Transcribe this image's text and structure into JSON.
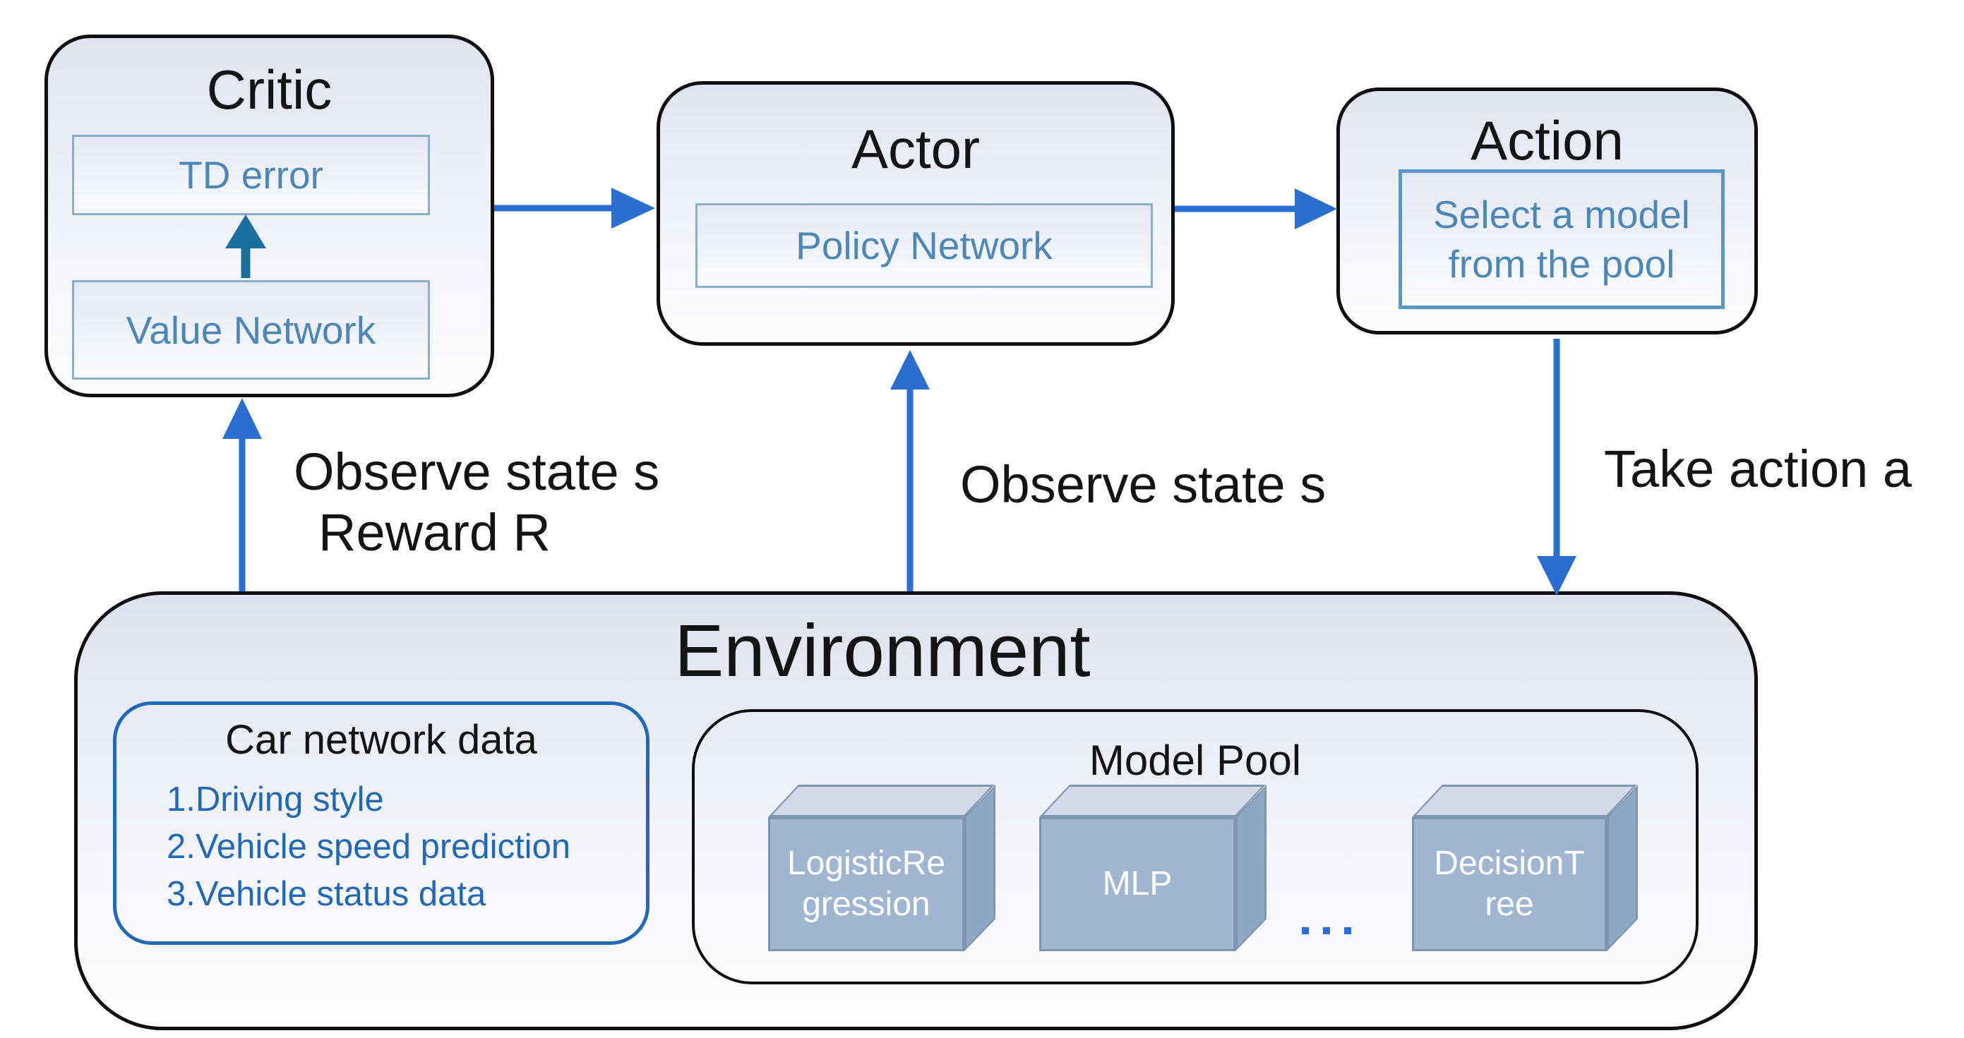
{
  "critic": {
    "title": "Critic",
    "td_error": "TD error",
    "value_network": "Value Network"
  },
  "actor": {
    "title": "Actor",
    "policy_network": "Policy Network"
  },
  "action": {
    "title": "Action",
    "select_model": {
      "line1": "Select a model",
      "line2": "from the pool"
    }
  },
  "environment": {
    "title": "Environment",
    "car_network_data": {
      "title": "Car network data",
      "items": [
        "1.Driving style",
        "2.Vehicle speed prediction",
        "3.Vehicle status data"
      ]
    },
    "model_pool": {
      "title": "Model Pool",
      "models": [
        {
          "name": "LogisticRegression",
          "lines": [
            "LogisticRe",
            "gression"
          ]
        },
        {
          "name": "MLP",
          "lines": [
            "MLP"
          ]
        },
        {
          "name": "DecisionTree",
          "lines": [
            "DecisionT",
            "ree"
          ]
        }
      ]
    }
  },
  "labels": {
    "observe_state_reward": {
      "line1": "Observe state s",
      "line2": "Reward R"
    },
    "observe_state": "Observe state s",
    "take_action": "Take action a"
  },
  "arrows": [
    {
      "from": "Critic",
      "to": "Actor"
    },
    {
      "from": "Actor",
      "to": "Action"
    },
    {
      "from": "Action",
      "to": "Environment",
      "label": "Take action a"
    },
    {
      "from": "Environment",
      "to": "Critic",
      "label": "Observe state s / Reward R"
    },
    {
      "from": "Environment",
      "to": "Actor",
      "label": "Observe state s"
    },
    {
      "from": "Value Network",
      "to": "TD error"
    }
  ],
  "colors": {
    "arrow_blue": "#2a6fd0",
    "arrow_teal": "#1b6f9f",
    "inner_text": "#4e87b5",
    "inner_border": "#8aadcc",
    "select_border": "#5b96c8",
    "car_border_and_text": "#2268b4",
    "cube_front": "#a0b5d0",
    "cube_top": "#d2dae7",
    "cube_side": "#8da6c5",
    "cube_edge": "#8096ae",
    "panel_fill_top": "#dfe4f2",
    "panel_border": "#0f0f0f"
  }
}
